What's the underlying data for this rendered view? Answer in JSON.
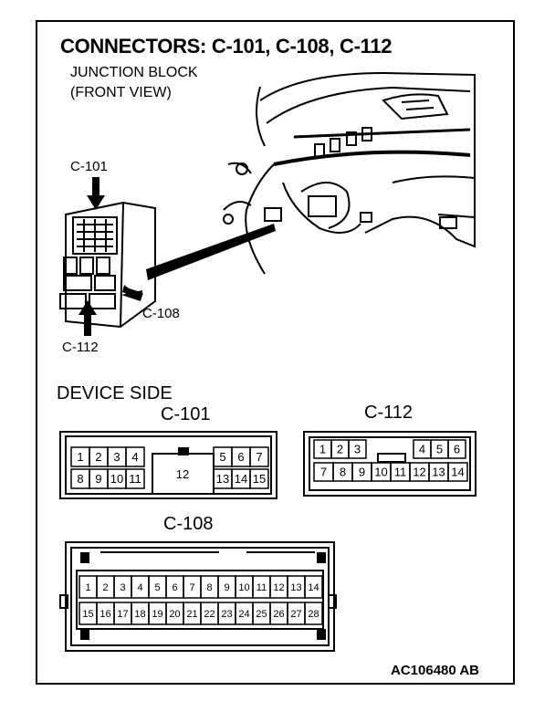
{
  "title": "CONNECTORS: C-101, C-108, C-112",
  "view_label_line1": "JUNCTION BLOCK",
  "view_label_line2": "(FRONT VIEW)",
  "callouts": {
    "c101": "C-101",
    "c108": "C-108",
    "c112": "C-112"
  },
  "section_label": "DEVICE SIDE",
  "connectors": {
    "c101": {
      "name": "C-101",
      "top_left": [
        "1",
        "2",
        "3",
        "4"
      ],
      "top_right": [
        "5",
        "6",
        "7"
      ],
      "bottom_left": [
        "8",
        "9",
        "10",
        "11"
      ],
      "bottom_right": [
        "13",
        "14",
        "15"
      ],
      "center": "12"
    },
    "c112": {
      "name": "C-112",
      "top_left": [
        "1",
        "2",
        "3"
      ],
      "top_right": [
        "4",
        "5",
        "6"
      ],
      "bottom": [
        "7",
        "8",
        "9",
        "10",
        "11",
        "12",
        "13",
        "14"
      ]
    },
    "c108": {
      "name": "C-108",
      "top": [
        "1",
        "2",
        "3",
        "4",
        "5",
        "6",
        "7",
        "8",
        "9",
        "10",
        "11",
        "12",
        "13",
        "14"
      ],
      "bottom": [
        "15",
        "16",
        "17",
        "18",
        "19",
        "20",
        "21",
        "22",
        "23",
        "24",
        "25",
        "26",
        "27",
        "28"
      ]
    }
  },
  "figure_id": "AC106480 AB"
}
